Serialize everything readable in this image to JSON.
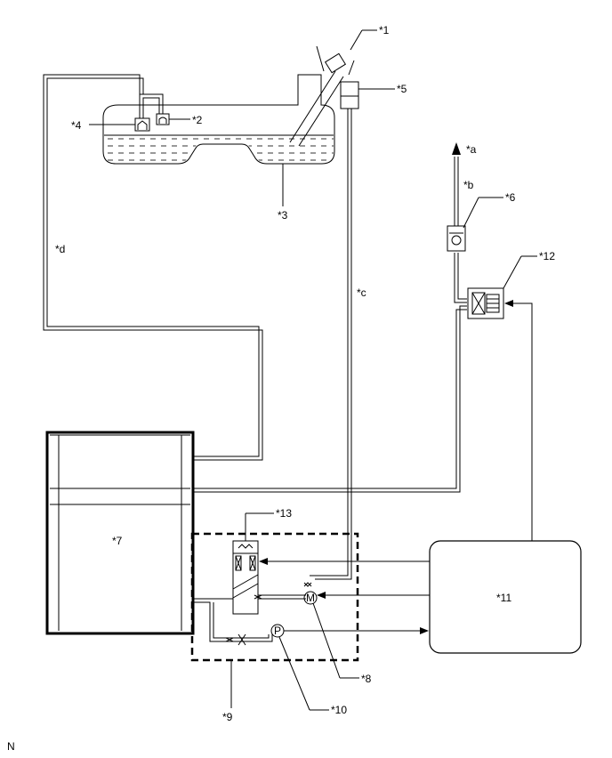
{
  "labels": {
    "l1": "*1",
    "l2": "*2",
    "l3": "*3",
    "l4": "*4",
    "l5": "*5",
    "l6": "*6",
    "l7": "*7",
    "l8": "*8",
    "l9": "*9",
    "l10": "*10",
    "l11": "*11",
    "l12": "*12",
    "l13": "*13",
    "la": "*a",
    "lb": "*b",
    "lc": "*c",
    "ld": "*d"
  },
  "pump_symbol": "P",
  "motor_symbol": "M",
  "corner_mark": "N"
}
